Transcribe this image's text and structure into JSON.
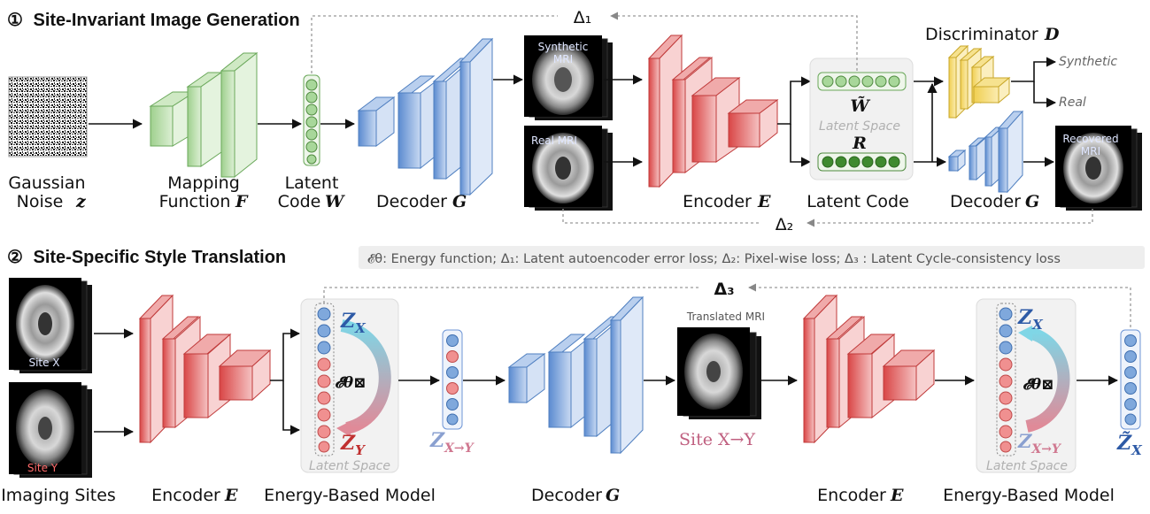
{
  "section1": {
    "number": "①",
    "title": "Site-Invariant Image Generation"
  },
  "section2": {
    "number": "②",
    "title": "Site-Specific Style Translation"
  },
  "top_labels": {
    "noise_1": "Gaussian",
    "noise_2": "Noise",
    "noise_var": "z",
    "mapping_1": "Mapping",
    "mapping_2": "Function",
    "mapping_var": "F",
    "latent_1": "Latent",
    "latent_2": "Code",
    "latent_var": "W",
    "decoder": "Decoder",
    "decoder_var": "G",
    "encoder": "Encoder",
    "encoder_var": "E",
    "latent_code": "Latent Code",
    "decoder2": "Decoder",
    "decoder2_var": "G",
    "discriminator": "Discriminator",
    "discriminator_var": "D",
    "synthetic_out": "Synthetic",
    "real_out": "Real",
    "w_tilde": "W̃",
    "r_var": "R",
    "latent_space": "Latent Space",
    "synthetic_mri_1": "Synthetic",
    "synthetic_mri_2": "MRI",
    "real_mri": "Real MRI",
    "recovered_mri_1": "Recovered",
    "recovered_mri_2": "MRI",
    "delta1": "Δ₁",
    "delta2": "Δ₂"
  },
  "legend": "𝓔θ: Energy function;  Δ₁: Latent autoencoder error loss;  Δ₂: Pixel-wise loss;  Δ₃ : Latent Cycle-consistency loss",
  "bottom_labels": {
    "imaging_sites": "Imaging Sites",
    "site_x": "Site X",
    "site_y": "Site Y",
    "encoder": "Encoder",
    "encoder_var": "E",
    "ebm": "Energy-Based Model",
    "zx": "Z",
    "zx_sub": "X",
    "zy": "Z",
    "zy_sub": "Y",
    "energy": "𝓔θ⊠",
    "latent_space": "Latent Space",
    "zxy": "Z",
    "zxy_sub": "X→Y",
    "decoder": "Decoder",
    "decoder_var": "G",
    "translated_mri": "Translated MRI",
    "site_xy": "Site X→Y",
    "encoder2": "Encoder",
    "encoder2_var": "E",
    "ebm2": "Energy-Based Model",
    "zx2": "Z",
    "zx2_sub": "X",
    "energy2": "𝓔θ⊠",
    "zxy2": "Z",
    "zxy2_sub": "X→Y",
    "latent_space2": "Latent Space",
    "zx_tilde": "Z̃",
    "zx_tilde_sub": "X",
    "delta3": "Δ₃"
  },
  "colors": {
    "green": "#a8d79a",
    "blue": "#7fa8dc",
    "red": "#e06060",
    "yellow": "#f3d66a",
    "dot_green": "#7ab85f",
    "dot_blue": "#6f96d6",
    "dot_red": "#e07a7a"
  }
}
